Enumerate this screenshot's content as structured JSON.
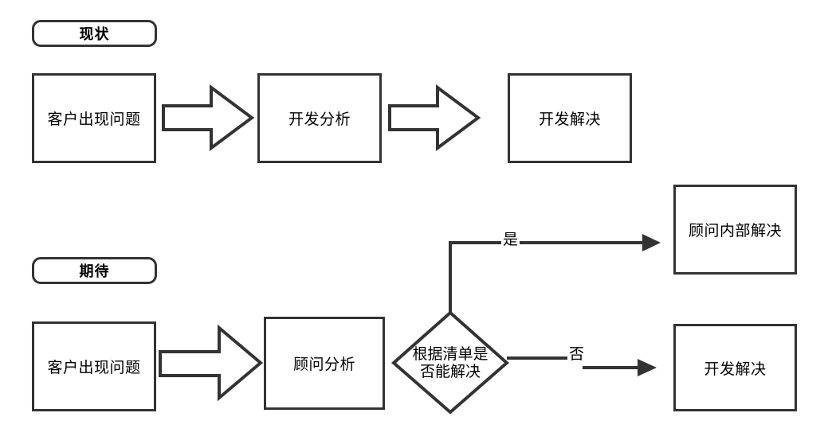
{
  "diagram": {
    "title_current": "现状",
    "title_expected": "期待",
    "sections": [
      {
        "name": "current-state",
        "label": "现状",
        "nodes": [
          {
            "id": "cur-problem",
            "label": "客户出现问题",
            "shape": "rect"
          },
          {
            "id": "cur-dev-analysis",
            "label": "开发分析",
            "shape": "rect"
          },
          {
            "id": "cur-dev-resolve",
            "label": "开发解决",
            "shape": "rect"
          }
        ],
        "connectors": [
          {
            "from": "cur-problem",
            "to": "cur-dev-analysis",
            "style": "block-arrow",
            "label": ""
          },
          {
            "from": "cur-dev-analysis",
            "to": "cur-dev-resolve",
            "style": "block-arrow",
            "label": ""
          }
        ]
      },
      {
        "name": "expected-state",
        "label": "期待",
        "nodes": [
          {
            "id": "exp-problem",
            "label": "客户出现问题",
            "shape": "rect"
          },
          {
            "id": "exp-consultant-analysis",
            "label": "顾问分析",
            "shape": "rect"
          },
          {
            "id": "exp-decision",
            "label_line1": "根据清单是",
            "label_line2": "否能解决",
            "shape": "diamond"
          },
          {
            "id": "exp-consultant-resolve",
            "label": "顾问内部解决",
            "shape": "rect"
          },
          {
            "id": "exp-dev-resolve",
            "label": "开发解决",
            "shape": "rect"
          }
        ],
        "connectors": [
          {
            "from": "exp-problem",
            "to": "exp-consultant-analysis",
            "style": "block-arrow",
            "label": ""
          },
          {
            "from": "exp-consultant-analysis",
            "to": "exp-decision",
            "style": "block-arrow",
            "label": ""
          },
          {
            "from": "exp-decision",
            "to": "exp-consultant-resolve",
            "style": "line-arrow",
            "label": "是"
          },
          {
            "from": "exp-decision",
            "to": "exp-dev-resolve",
            "style": "line-arrow",
            "label": "否"
          }
        ]
      }
    ],
    "edge_labels": {
      "yes": "是",
      "no": "否"
    },
    "colors": {
      "stroke": "#333333",
      "fill": "#ffffff",
      "text": "#000000"
    }
  }
}
